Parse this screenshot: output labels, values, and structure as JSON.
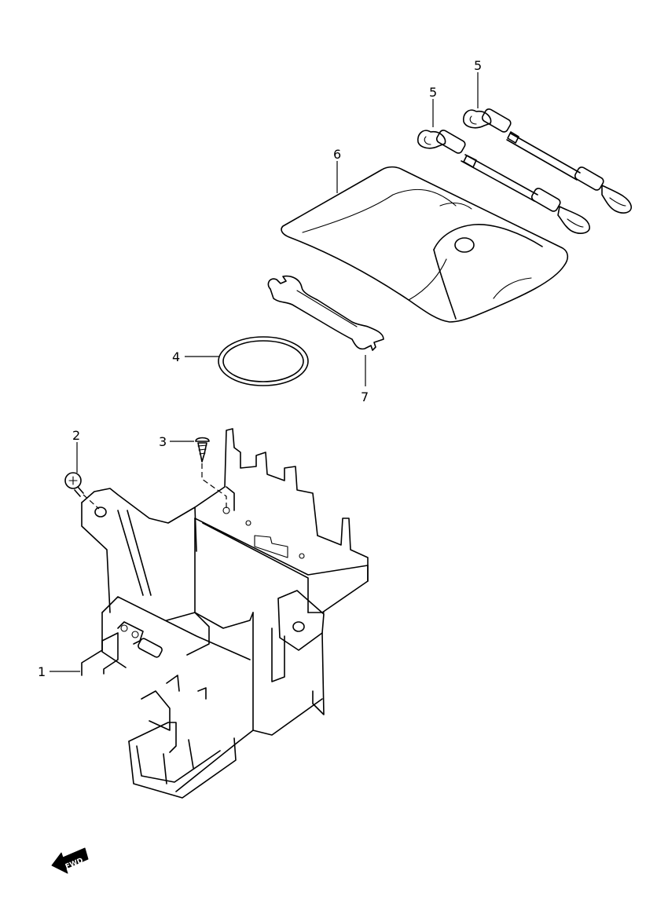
{
  "callouts": {
    "c1": "1",
    "c2": "2",
    "c3": "3",
    "c4": "4",
    "c5a": "5",
    "c5b": "5",
    "c6": "6",
    "c7": "7"
  },
  "fwd_label": "FWD",
  "icons": {
    "direction": "fwd-arrow-icon"
  }
}
